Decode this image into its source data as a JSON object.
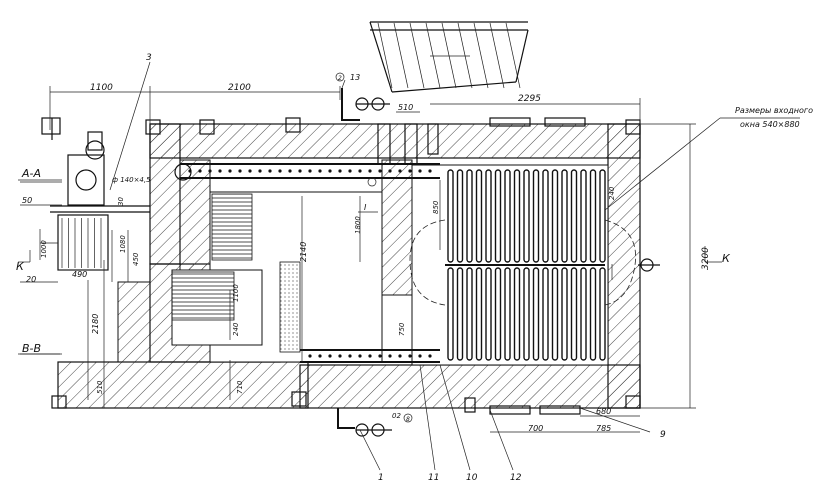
{
  "labels": {
    "section_aa": "А-А",
    "section_bb": "В-В",
    "section_k_left": "К",
    "section_k_right": "К",
    "note_line1": "Размеры входного",
    "note_line2": "окна 540×880",
    "pipe": "ф 140×4,5",
    "marker_I": "I"
  },
  "dimensions": {
    "d1100": "1100",
    "d2100": "2100",
    "d2295": "2295",
    "d510top": "510",
    "d13": "13",
    "d2circ": "2",
    "d50": "50",
    "d30": "30",
    "d1000": "1000",
    "d1080": "1080",
    "d490": "490",
    "d20": "20",
    "d450": "450",
    "d2140": "2140",
    "d1800": "1800",
    "d850": "850",
    "d1100v": "1100",
    "d240": "240",
    "d750": "750",
    "d710": "710",
    "d2180": "2180",
    "d510": "510",
    "d3200": "3200",
    "d240r": "240",
    "d700": "700",
    "d785": "785",
    "d680": "680",
    "d02": "02",
    "d8circ": "8"
  },
  "callouts": {
    "c1": "1",
    "c3": "3",
    "c9": "9",
    "c10": "10",
    "c11": "11",
    "c12": "12"
  }
}
